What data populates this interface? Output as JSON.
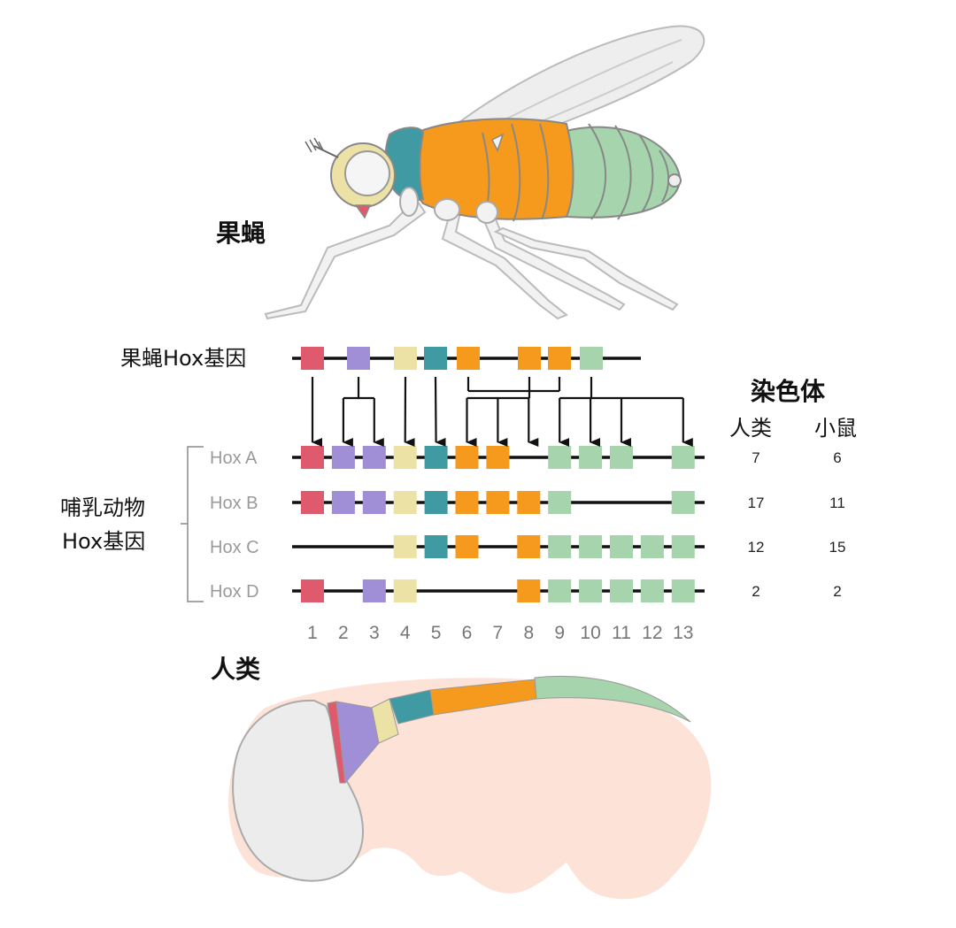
{
  "colors": {
    "red": "#e05a6e",
    "purple": "#a08fd6",
    "yellow": "#ede2a6",
    "teal": "#3f9aa3",
    "orange": "#f59a1c",
    "green": "#a6d4ac",
    "skin": "#fde2d8",
    "line": "#111111"
  },
  "labels": {
    "fly": "果蝇",
    "fly_genes": "果蝇Hox基因",
    "mammal_genes_line1": "哺乳动物",
    "mammal_genes_line2": "Hox基因",
    "chromosome": "染色体",
    "human_col": "人类",
    "mouse_col": "小鼠",
    "human": "人类"
  },
  "fly_genes": [
    "red",
    "purple",
    "yellow",
    "teal",
    "orange",
    "orange",
    "orange",
    "green"
  ],
  "clusters": [
    {
      "name": "Hox A",
      "human": "7",
      "mouse": "6",
      "genes": {
        "1": "red",
        "2": "purple",
        "3": "purple",
        "4": "yellow",
        "5": "teal",
        "6": "orange",
        "7": "orange",
        "9": "green",
        "10": "green",
        "11": "green",
        "13": "green"
      }
    },
    {
      "name": "Hox B",
      "human": "17",
      "mouse": "11",
      "genes": {
        "1": "red",
        "2": "purple",
        "3": "purple",
        "4": "yellow",
        "5": "teal",
        "6": "orange",
        "7": "orange",
        "8": "orange",
        "9": "green",
        "13": "green"
      }
    },
    {
      "name": "Hox C",
      "human": "12",
      "mouse": "15",
      "genes": {
        "4": "yellow",
        "5": "teal",
        "6": "orange",
        "8": "orange",
        "9": "green",
        "10": "green",
        "11": "green",
        "12": "green",
        "13": "green"
      }
    },
    {
      "name": "Hox D",
      "human": "2",
      "mouse": "2",
      "genes": {
        "1": "red",
        "3": "purple",
        "4": "yellow",
        "8": "orange",
        "9": "green",
        "10": "green",
        "11": "green",
        "12": "green",
        "13": "green"
      }
    }
  ],
  "paralog_numbers": [
    "1",
    "2",
    "3",
    "4",
    "5",
    "6",
    "7",
    "8",
    "9",
    "10",
    "11",
    "12",
    "13"
  ],
  "mapping": [
    {
      "from": [
        0
      ],
      "to": [
        1
      ]
    },
    {
      "from": [
        1
      ],
      "to": [
        2,
        3
      ]
    },
    {
      "from": [
        2
      ],
      "to": [
        4
      ]
    },
    {
      "from": [
        3
      ],
      "to": [
        5
      ]
    },
    {
      "from": [
        4,
        5,
        6
      ],
      "to": [
        6,
        7,
        8
      ]
    },
    {
      "from": [
        7
      ],
      "to": [
        9,
        10,
        11,
        13
      ]
    }
  ]
}
